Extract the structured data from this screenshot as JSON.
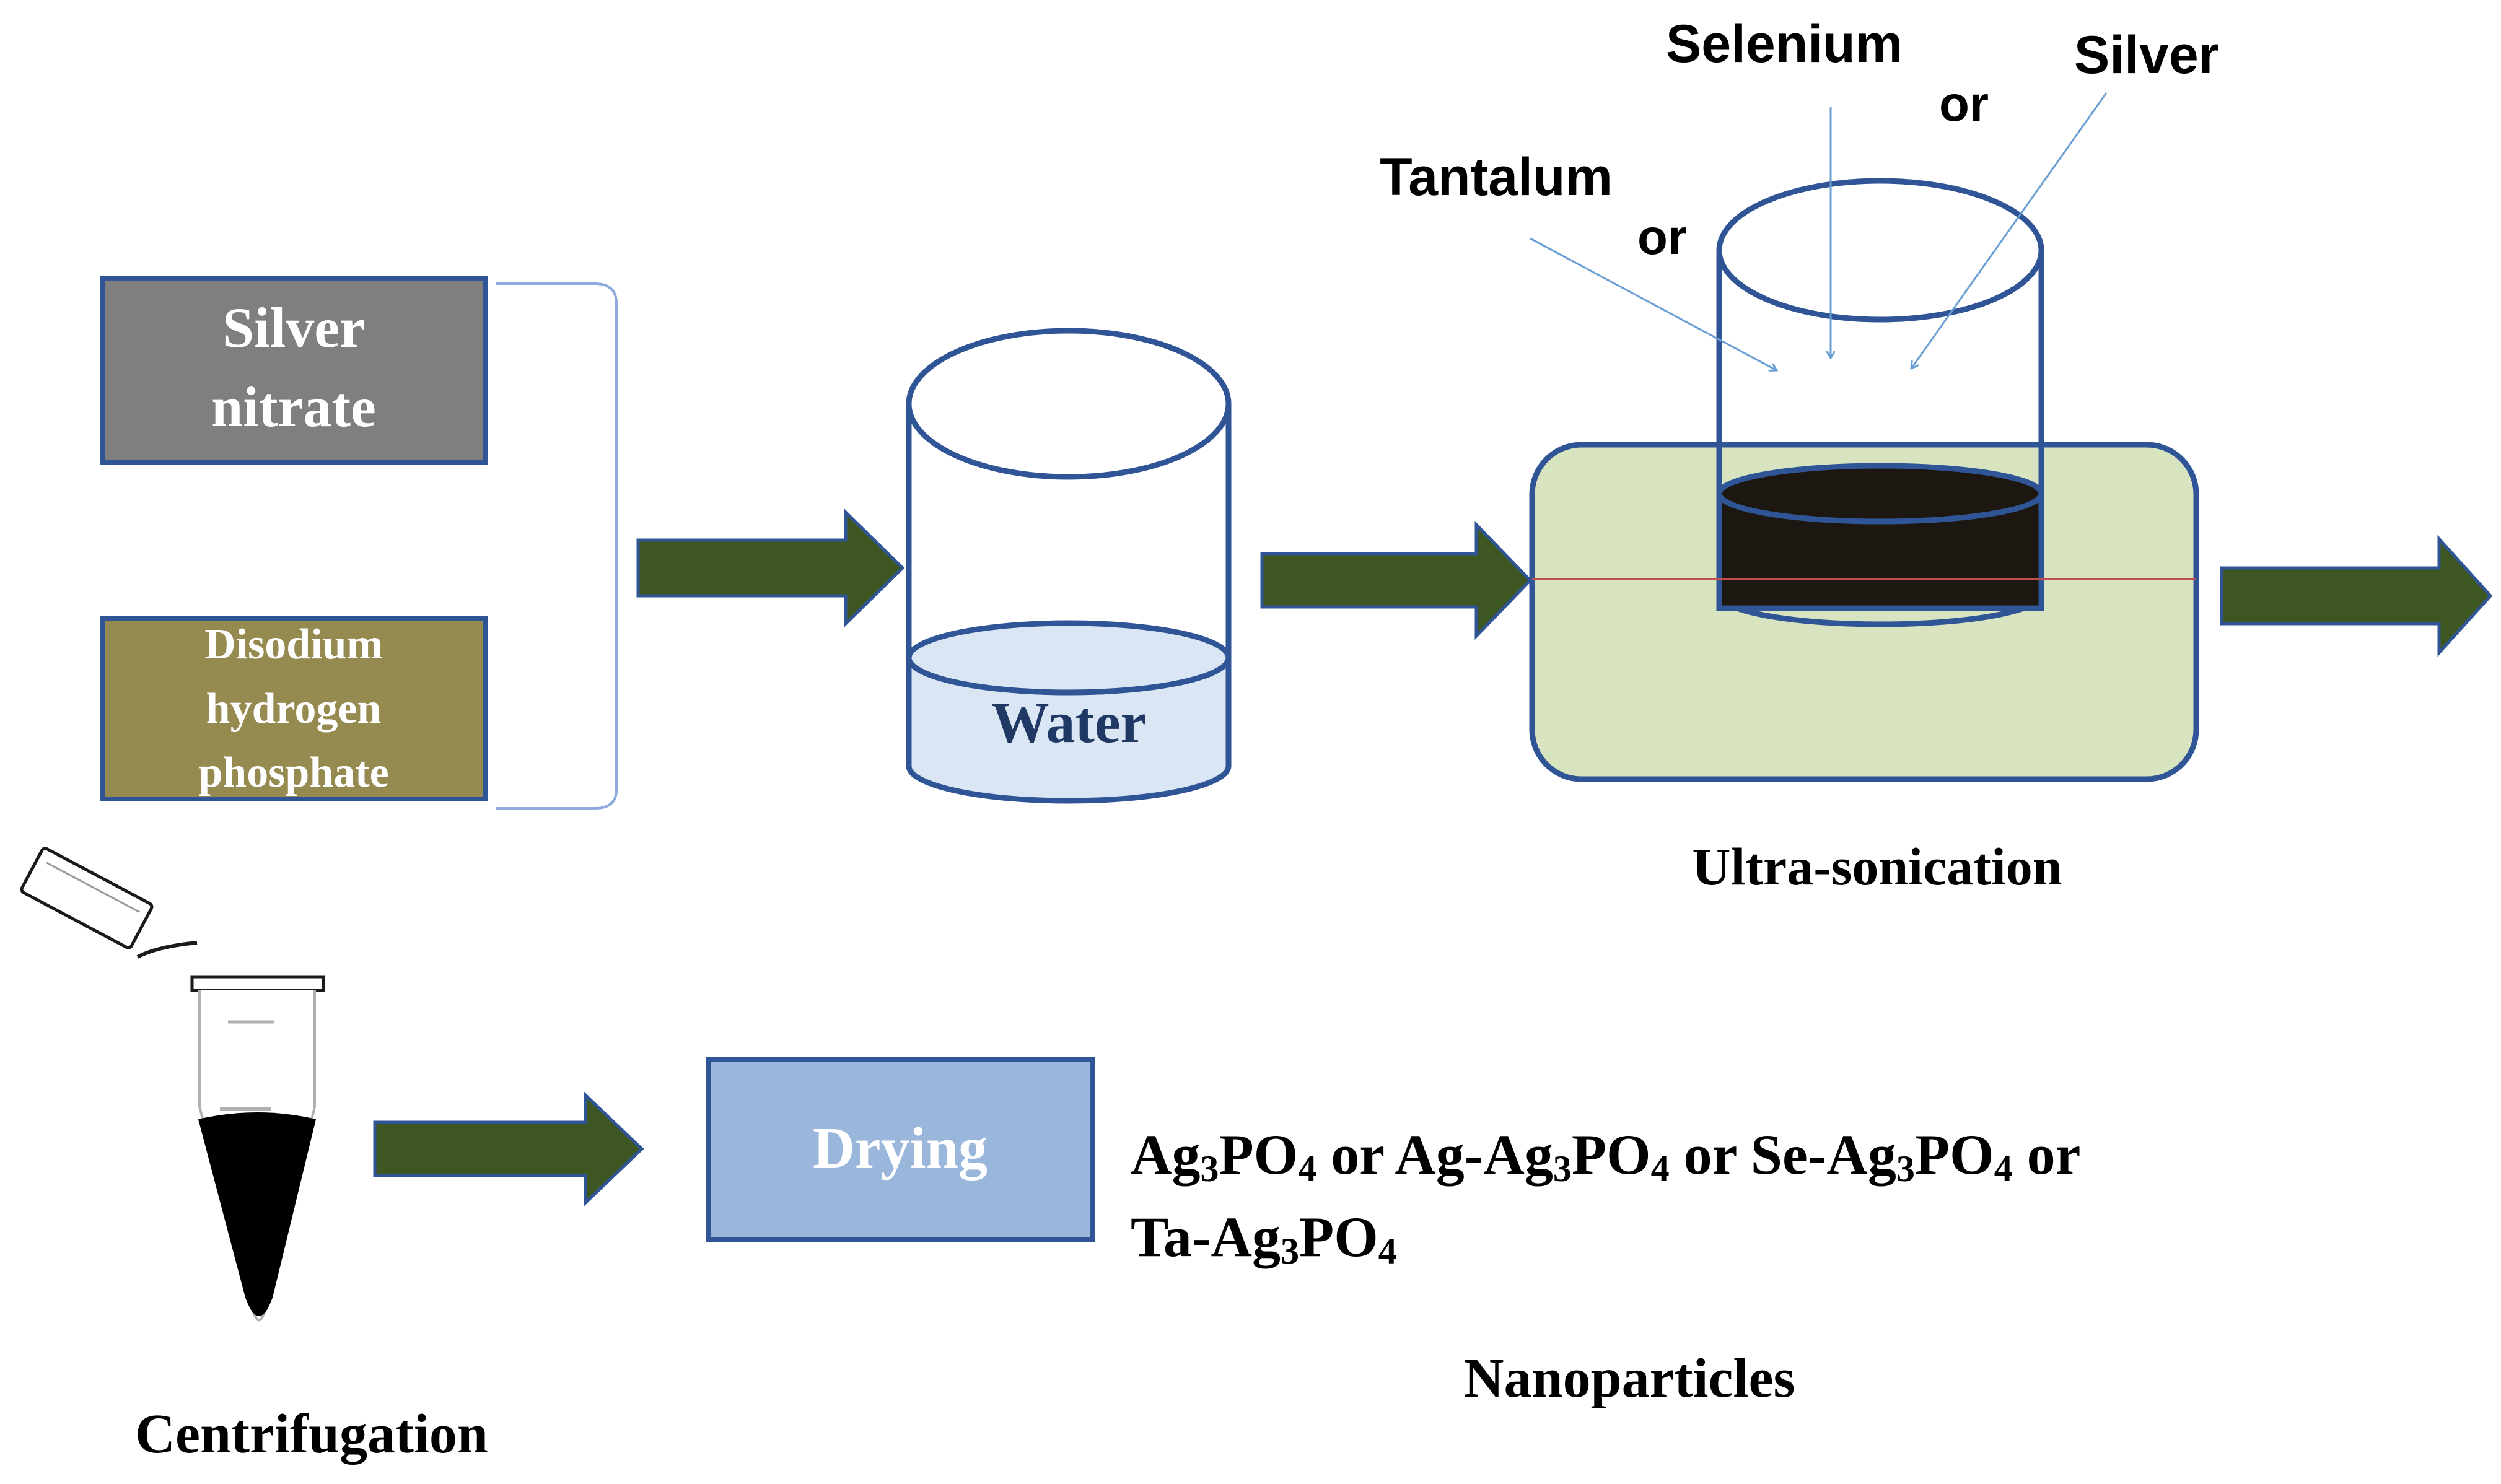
{
  "reagents": {
    "silver_nitrate": [
      "Silver",
      "nitrate"
    ],
    "disodium_hydrogen_phosphate": [
      "Disodium",
      "hydrogen",
      "phosphate"
    ]
  },
  "water_beaker": {
    "label": "Water"
  },
  "additives": {
    "selenium": "Selenium",
    "silver": "Silver",
    "tantalum": "Tantalum",
    "or": "or"
  },
  "ultrasonication": {
    "label": "Ultra-sonication"
  },
  "centrifugation": {
    "label": "Centrifugation"
  },
  "drying": {
    "label": "Drying"
  },
  "products": {
    "connector": "or",
    "formula_base": "Ag",
    "ag_subscript": "3",
    "po_part": "PO",
    "po_subscript": "4",
    "prefixes": [
      "",
      "Ag-",
      "Se-",
      "Ta-"
    ]
  },
  "nanoparticles": {
    "label": "Nanoparticles"
  },
  "colors": {
    "box_border": "#2f5597",
    "silver_nitrate_fill": "#7f7f7f",
    "phosphate_fill": "#958a4f",
    "arrow_fill": "#3d5622",
    "arrow_stroke": "#2f5597",
    "water_fill": "#dae6f4",
    "bath_fill": "#d8e3c0",
    "dark_liquid": "#1c1710",
    "drying_fill": "#9ab7db",
    "thin_arrow": "#6a9fd4",
    "bath_line": "#c0504d"
  }
}
